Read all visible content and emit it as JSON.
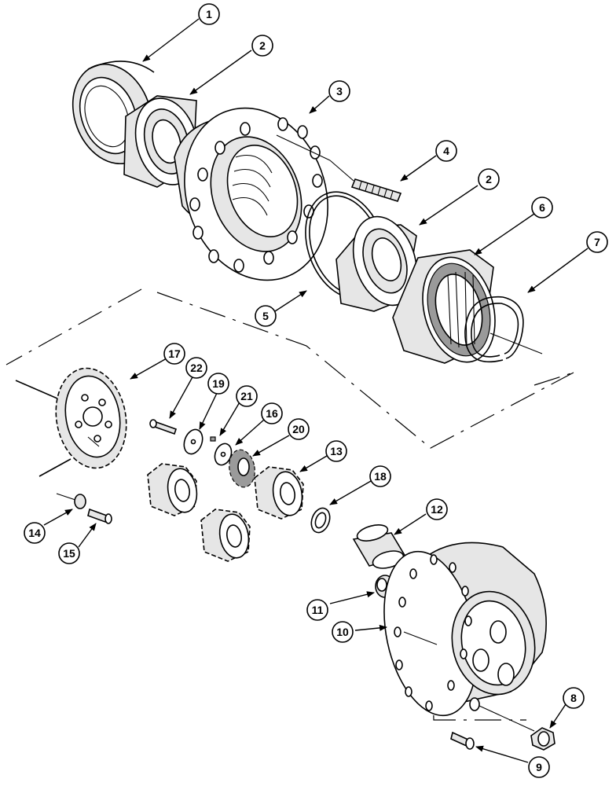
{
  "callouts": [
    {
      "id": "c1",
      "label": "1"
    },
    {
      "id": "c2a",
      "label": "2"
    },
    {
      "id": "c3",
      "label": "3"
    },
    {
      "id": "c4",
      "label": "4"
    },
    {
      "id": "c2b",
      "label": "2"
    },
    {
      "id": "c6",
      "label": "6"
    },
    {
      "id": "c7",
      "label": "7"
    },
    {
      "id": "c5",
      "label": "5"
    },
    {
      "id": "c17",
      "label": "17"
    },
    {
      "id": "c22",
      "label": "22"
    },
    {
      "id": "c19",
      "label": "19"
    },
    {
      "id": "c21",
      "label": "21"
    },
    {
      "id": "c16",
      "label": "16"
    },
    {
      "id": "c20",
      "label": "20"
    },
    {
      "id": "c13",
      "label": "13"
    },
    {
      "id": "c18",
      "label": "18"
    },
    {
      "id": "c12",
      "label": "12"
    },
    {
      "id": "c14",
      "label": "14"
    },
    {
      "id": "c15",
      "label": "15"
    },
    {
      "id": "c11",
      "label": "11"
    },
    {
      "id": "c10",
      "label": "10"
    },
    {
      "id": "c8",
      "label": "8"
    },
    {
      "id": "c9",
      "label": "9"
    }
  ]
}
